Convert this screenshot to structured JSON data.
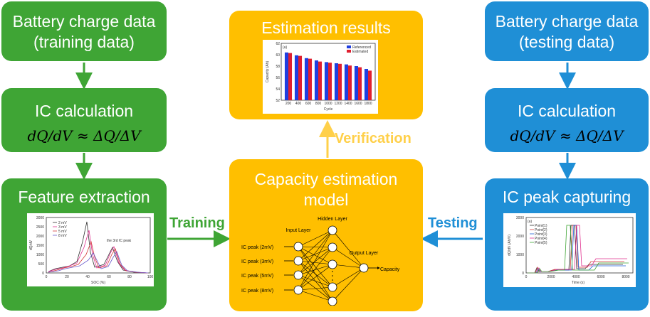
{
  "left": {
    "box1": {
      "line1": "Battery charge data",
      "line2": "(training data)"
    },
    "box2": {
      "title": "IC calculation",
      "formula": "dQ/dV ≈ ΔQ/ΔV"
    },
    "box3": {
      "title": "Feature extraction"
    }
  },
  "right": {
    "box1": {
      "line1": "Battery charge data",
      "line2": "(testing data)"
    },
    "box2": {
      "title": "IC calculation",
      "formula": "dQ/dV ≈ ΔQ/ΔV"
    },
    "box3": {
      "title": "IC peak capturing"
    }
  },
  "center": {
    "results_title": "Estimation results",
    "model_line1": "Capacity estimation",
    "model_line2": "model"
  },
  "labels": {
    "training": "Training",
    "testing": "Testing",
    "verification": "Verification"
  },
  "colors": {
    "green": "#3fa535",
    "blue": "#1f8fd6",
    "gold": "#ffbf00",
    "verification": "#ffd04a"
  },
  "results_chart": {
    "panel": "(a)",
    "categories": [
      "200",
      "400",
      "600",
      "800",
      "1000",
      "1200",
      "1400",
      "1600",
      "1800"
    ],
    "series": [
      {
        "name": "Referenced",
        "values": [
          60.4,
          59.9,
          59.4,
          59.0,
          58.7,
          58.5,
          58.3,
          58.0,
          57.5
        ]
      },
      {
        "name": "Estimated",
        "values": [
          60.3,
          59.8,
          59.3,
          58.8,
          58.6,
          58.4,
          58.1,
          57.8,
          57.2
        ]
      }
    ],
    "ylim": [
      52,
      62
    ],
    "yticks": [
      "52",
      "54",
      "56",
      "58",
      "60",
      "62"
    ],
    "ylabel": "Capacity (Ah)",
    "xlabel": "Cycle"
  },
  "feature_chart": {
    "yticks": [
      "0",
      "500",
      "1000",
      "1500",
      "2000",
      "2500",
      "3000"
    ],
    "xticks": [
      "0",
      "20",
      "40",
      "60",
      "80",
      "100"
    ],
    "xlabel": "SOC (%)",
    "ylabel": "dQ/dV",
    "legend": [
      "2 mV",
      "3 mV",
      "5 mV",
      "8 mV"
    ],
    "annotation": "the 3rd IC peak"
  },
  "peak_chart": {
    "panel": "(a)",
    "yticks": [
      "0",
      "1000",
      "2000",
      "3000"
    ],
    "xticks": [
      "0",
      "2000",
      "4000",
      "6000",
      "8000"
    ],
    "xlabel": "Time (s)",
    "ylabel": "dQ/dV (Ah/V)",
    "legend": [
      "Point(1)",
      "Point(2)",
      "Point(3)",
      "Point(4)",
      "Point(5)"
    ]
  },
  "network": {
    "inputs": [
      "IC peak (2mV)",
      "IC peak (3mV)",
      "IC peak (5mV)",
      "IC peak (8mV)"
    ],
    "input_layer": "Input Layer",
    "hidden_layer": "Hidden Layer",
    "output_layer": "Output Layer",
    "output": "Capacity"
  }
}
